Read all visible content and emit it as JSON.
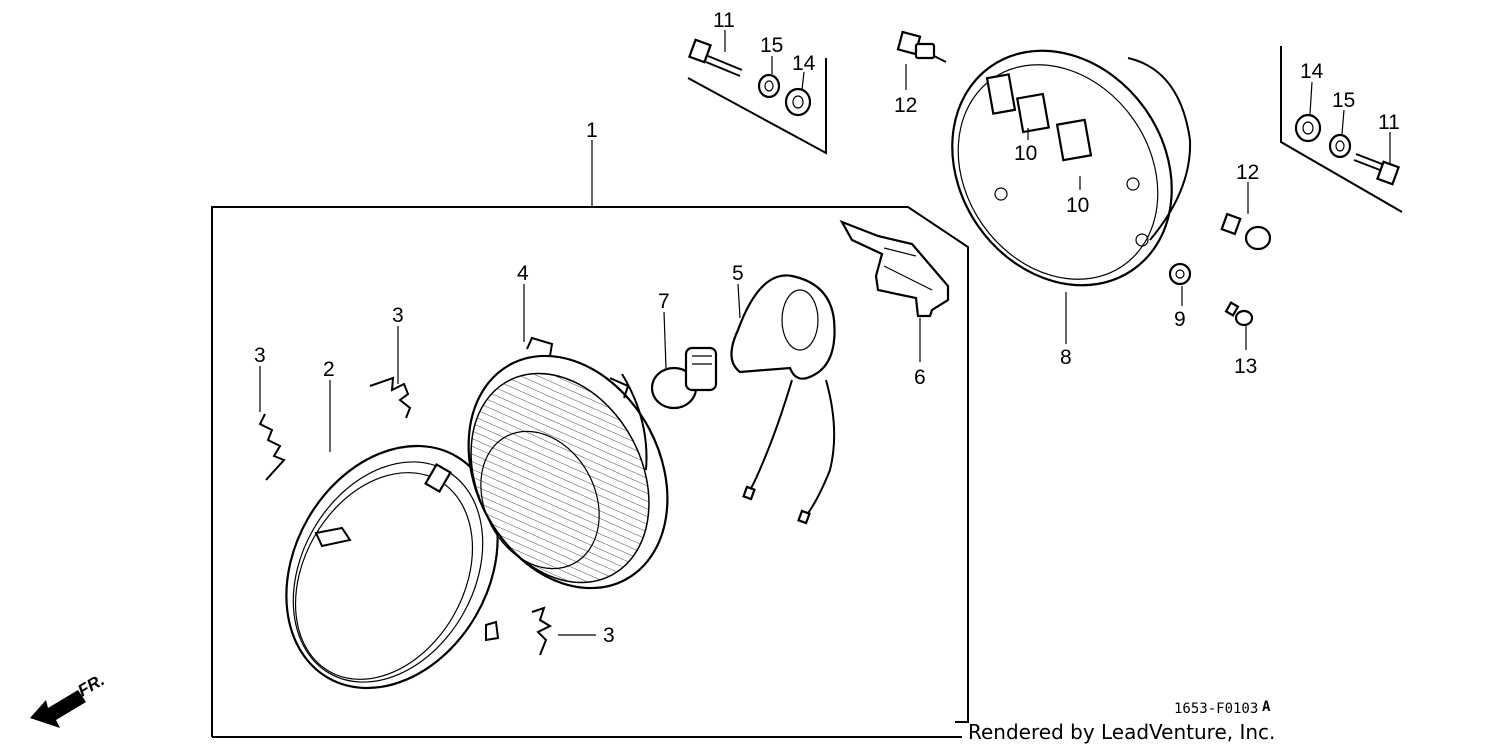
{
  "diagram": {
    "callouts": {
      "p1": "1",
      "p2": "2",
      "p3a": "3",
      "p3b": "3",
      "p3c": "3",
      "p4": "4",
      "p5": "5",
      "p6": "6",
      "p7": "7",
      "p8": "8",
      "p9": "9",
      "p10a": "10",
      "p10b": "10",
      "p11a": "11",
      "p11b": "11",
      "p12a": "12",
      "p12b": "12",
      "p13": "13",
      "p14a": "14",
      "p14b": "14",
      "p15a": "15",
      "p15b": "15"
    },
    "front_indicator": "FR.",
    "reference_code": "1653-F0103",
    "reference_suffix": "A",
    "render_credit": "Rendered by LeadVenture, Inc."
  }
}
